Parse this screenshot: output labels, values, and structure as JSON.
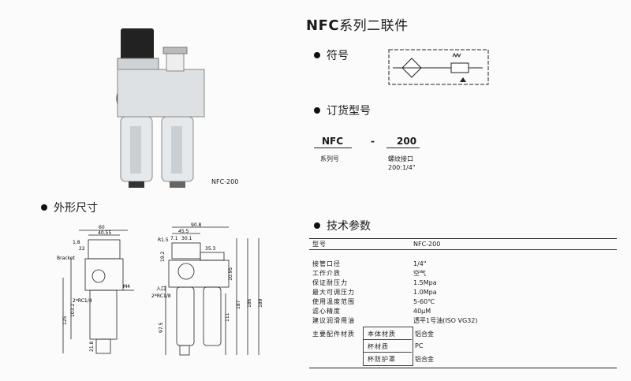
{
  "title": {
    "bold": "NFC",
    "rest": "系列二联件"
  },
  "sections": {
    "symbol": "符号",
    "order": "订货型号",
    "dimensions": "外形尺寸",
    "tech": "技术参数"
  },
  "photo_caption": "NFC-200",
  "order_code": {
    "series": "NFC",
    "dash": "-",
    "size": "200",
    "series_label": "系列号",
    "thread_label": "螺纹接口",
    "thread_value": "200:1/4\""
  },
  "spec_table": {
    "head": {
      "label": "型号",
      "value": "NFC-200"
    },
    "rows": [
      {
        "label": "接管口径",
        "value": "1/4\""
      },
      {
        "label": "工作介质",
        "value": "空气"
      },
      {
        "label": "保证耐压力",
        "value": "1.5Mpa"
      },
      {
        "label": "最大可调压力",
        "value": "1.0Mpa"
      },
      {
        "label": "使用温度范围",
        "value": "5-60℃"
      },
      {
        "label": "滤心精度",
        "value": "40μM"
      },
      {
        "label": "建议润滑用油",
        "value": "透平1号油(ISO VG32)"
      }
    ],
    "material": {
      "label": "主要配件材质",
      "rows": [
        {
          "part": "本体材质",
          "value": "铝合金"
        },
        {
          "part": "杯材质",
          "value": "PC"
        },
        {
          "part": "杯防护罩",
          "value": "铝合金"
        }
      ]
    }
  },
  "drawing_left": {
    "dims": [
      "60",
      "40.55",
      "1.8",
      "22",
      "Bracket",
      "M4",
      "2*RC1/4",
      "103.2",
      "125",
      "21.8"
    ]
  },
  "drawing_right": {
    "dims": [
      "90.8",
      "45.5",
      "R1.5",
      "7.1",
      "30.1",
      "35.3",
      "19.2",
      "10.95",
      "入口",
      "2*RC1/8",
      "97.5",
      "111",
      "187",
      "186",
      "189"
    ]
  }
}
